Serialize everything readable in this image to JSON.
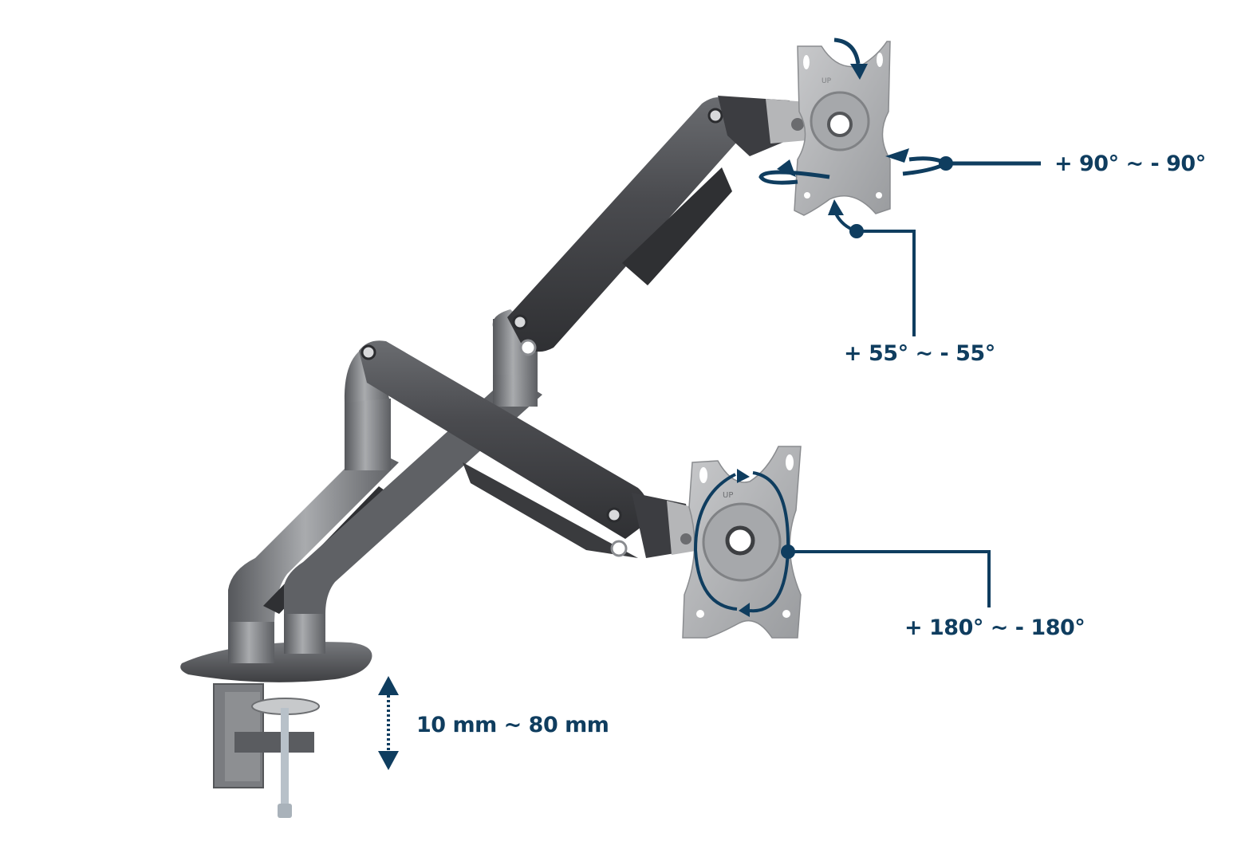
{
  "colors": {
    "accent": "#0f3d5f",
    "arm_dark": "#4a4b4e",
    "arm_mid": "#6b6d71",
    "metal_light": "#b7b8ba",
    "background": "#ffffff"
  },
  "product": {
    "type": "dual-monitor gas spring desk mount",
    "components": [
      "desk-clamp",
      "base-plate",
      "lower-arm-left",
      "lower-arm-right",
      "upper-arm-top",
      "upper-arm-bottom",
      "vesa-plate-top",
      "vesa-plate-bottom"
    ]
  },
  "annotations": {
    "swivel": {
      "label": "+ 90° ~ - 90°",
      "icon": "swivel-arrow-icon"
    },
    "tilt": {
      "label": "+ 55° ~ - 55°",
      "icon": "tilt-arrow-icon"
    },
    "rotation": {
      "label": "+ 180° ~ - 180°",
      "icon": "rotation-arrow-icon"
    },
    "clamp": {
      "label": "10 mm ~ 80 mm",
      "icon": "vertical-double-arrow-icon"
    }
  },
  "plate_markings": {
    "up_text": "UP"
  }
}
